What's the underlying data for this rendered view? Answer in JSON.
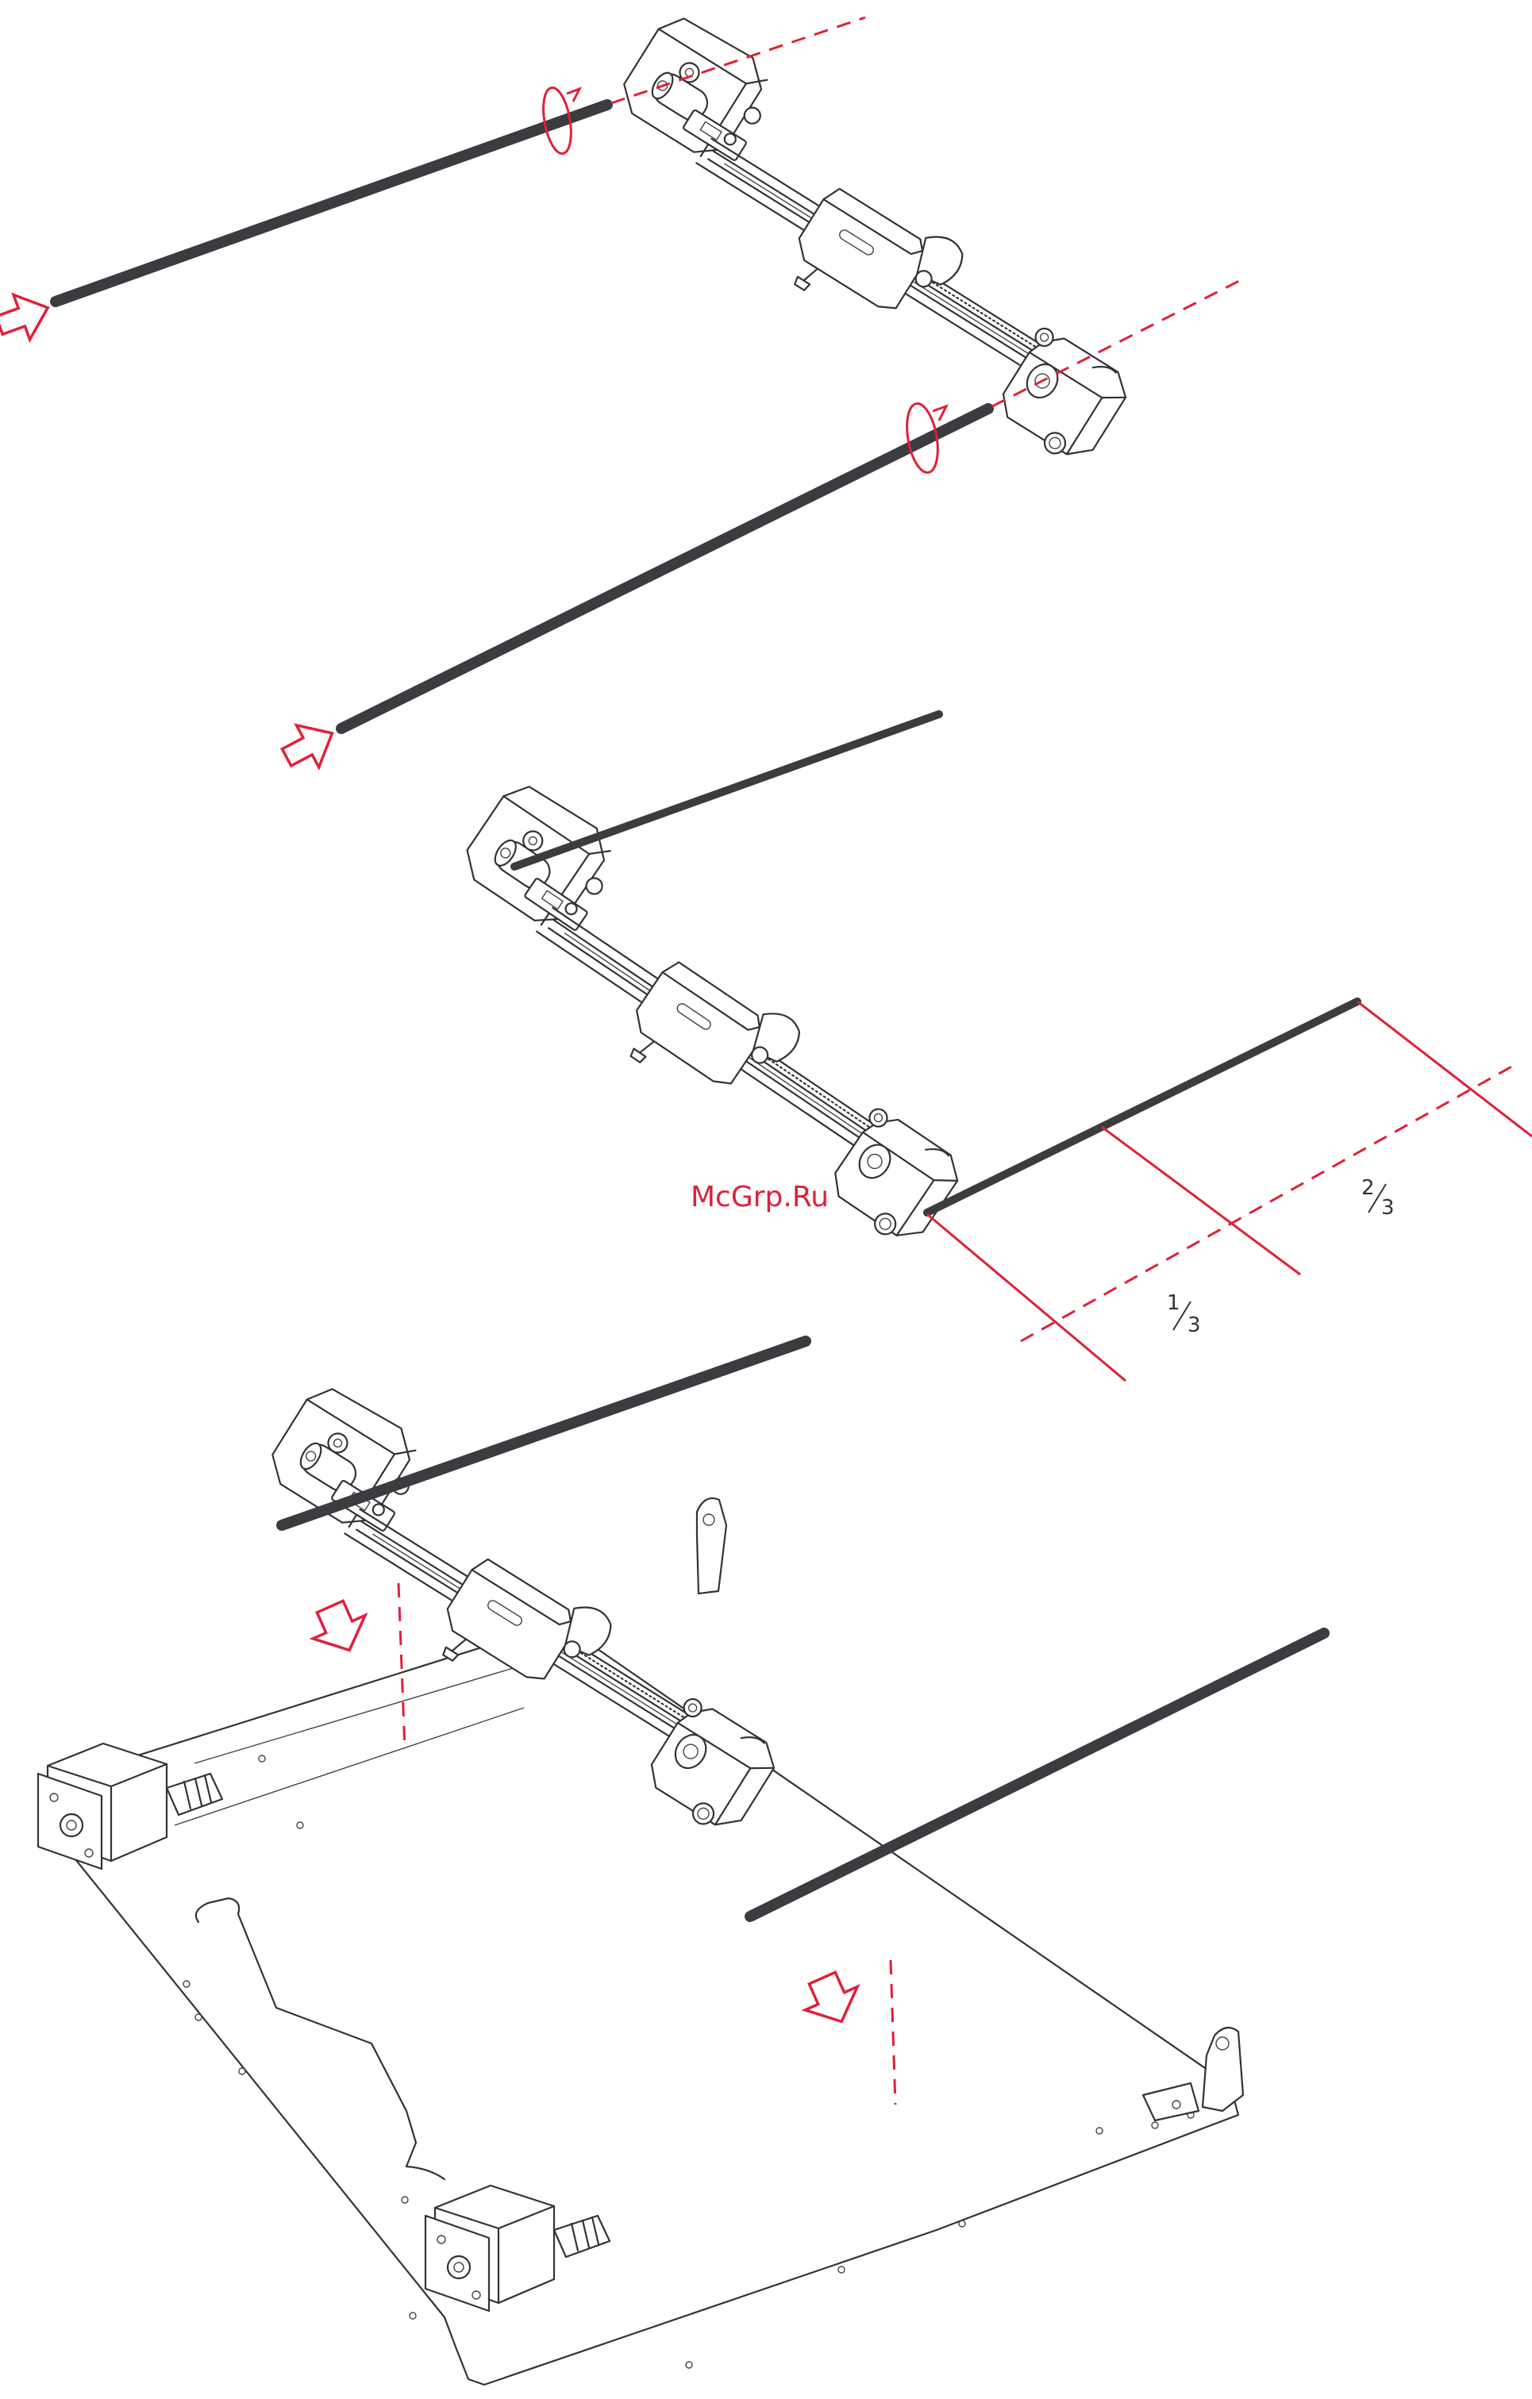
{
  "figure": {
    "watermark": "McGrp.Ru",
    "fraction_one_third": {
      "numerator": "1",
      "denominator": "3"
    },
    "fraction_two_thirds": {
      "numerator": "2",
      "denominator": "3"
    }
  },
  "colors": {
    "accent_red": "#e0203a",
    "line_dark": "#333333",
    "rod": "#3b3b40",
    "background": "#ffffff"
  },
  "steps": [
    {
      "id": "step-1-insert-rod-upper",
      "arrow": "insert-arrow-icon",
      "rotation": "rotate-arrow-icon"
    },
    {
      "id": "step-1-insert-rod-lower",
      "arrow": "insert-arrow-icon",
      "rotation": "rotate-arrow-icon"
    },
    {
      "id": "step-2-position-rods",
      "marks": [
        "1/3",
        "2/3"
      ]
    },
    {
      "id": "step-3-mount-on-base",
      "arrows": [
        "down-arrow-icon",
        "down-arrow-icon"
      ]
    }
  ]
}
